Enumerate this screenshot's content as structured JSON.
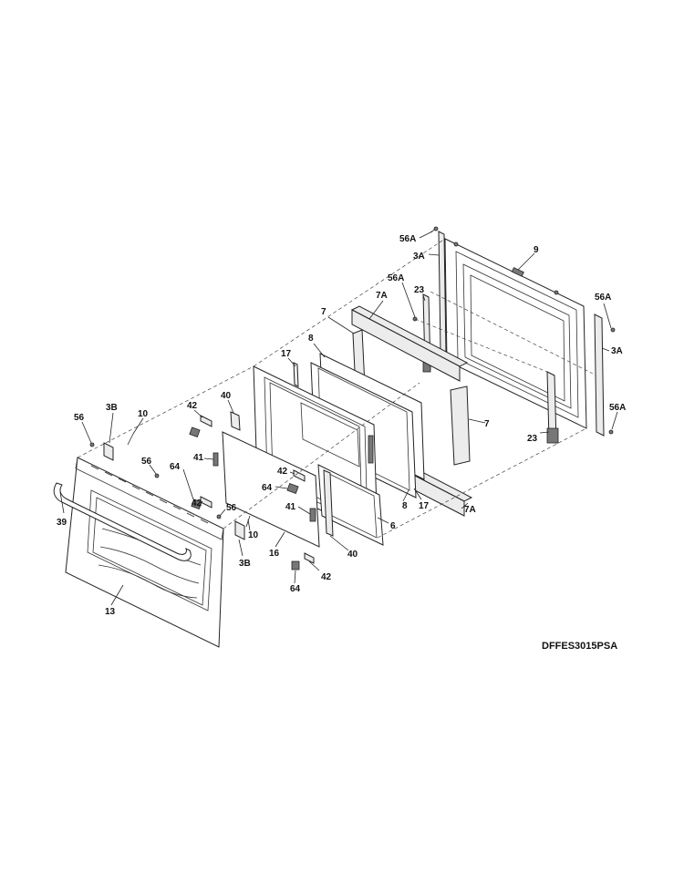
{
  "model": "DFFES3015PSA",
  "labels": {
    "l_56A_a": "56A",
    "l_3A_a": "3A",
    "l_9": "9",
    "l_56A_b": "56A",
    "l_23_a": "23",
    "l_7A_a": "7A",
    "l_7_a": "7",
    "l_56A_c": "56A",
    "l_3A_b": "3A",
    "l_56A_d": "56A",
    "l_7_b": "7",
    "l_23_b": "23",
    "l_8_a": "8",
    "l_17_a": "17",
    "l_40_a": "40",
    "l_42_a": "42",
    "l_3B_a": "3B",
    "l_10_a": "10",
    "l_56_a": "56",
    "l_56_b": "56",
    "l_64_a": "64",
    "l_41_a": "41",
    "l_42_b": "42",
    "l_64_b": "64",
    "l_41_b": "41",
    "l_42_c": "42",
    "l_56_c": "56",
    "l_10_b": "10",
    "l_3B_b": "3B",
    "l_39": "39",
    "l_13": "13",
    "l_16": "16",
    "l_40_b": "40",
    "l_42_d": "42",
    "l_64_c": "64",
    "l_6": "6",
    "l_8_b": "8",
    "l_17_b": "17",
    "l_7A_b": "7A"
  }
}
